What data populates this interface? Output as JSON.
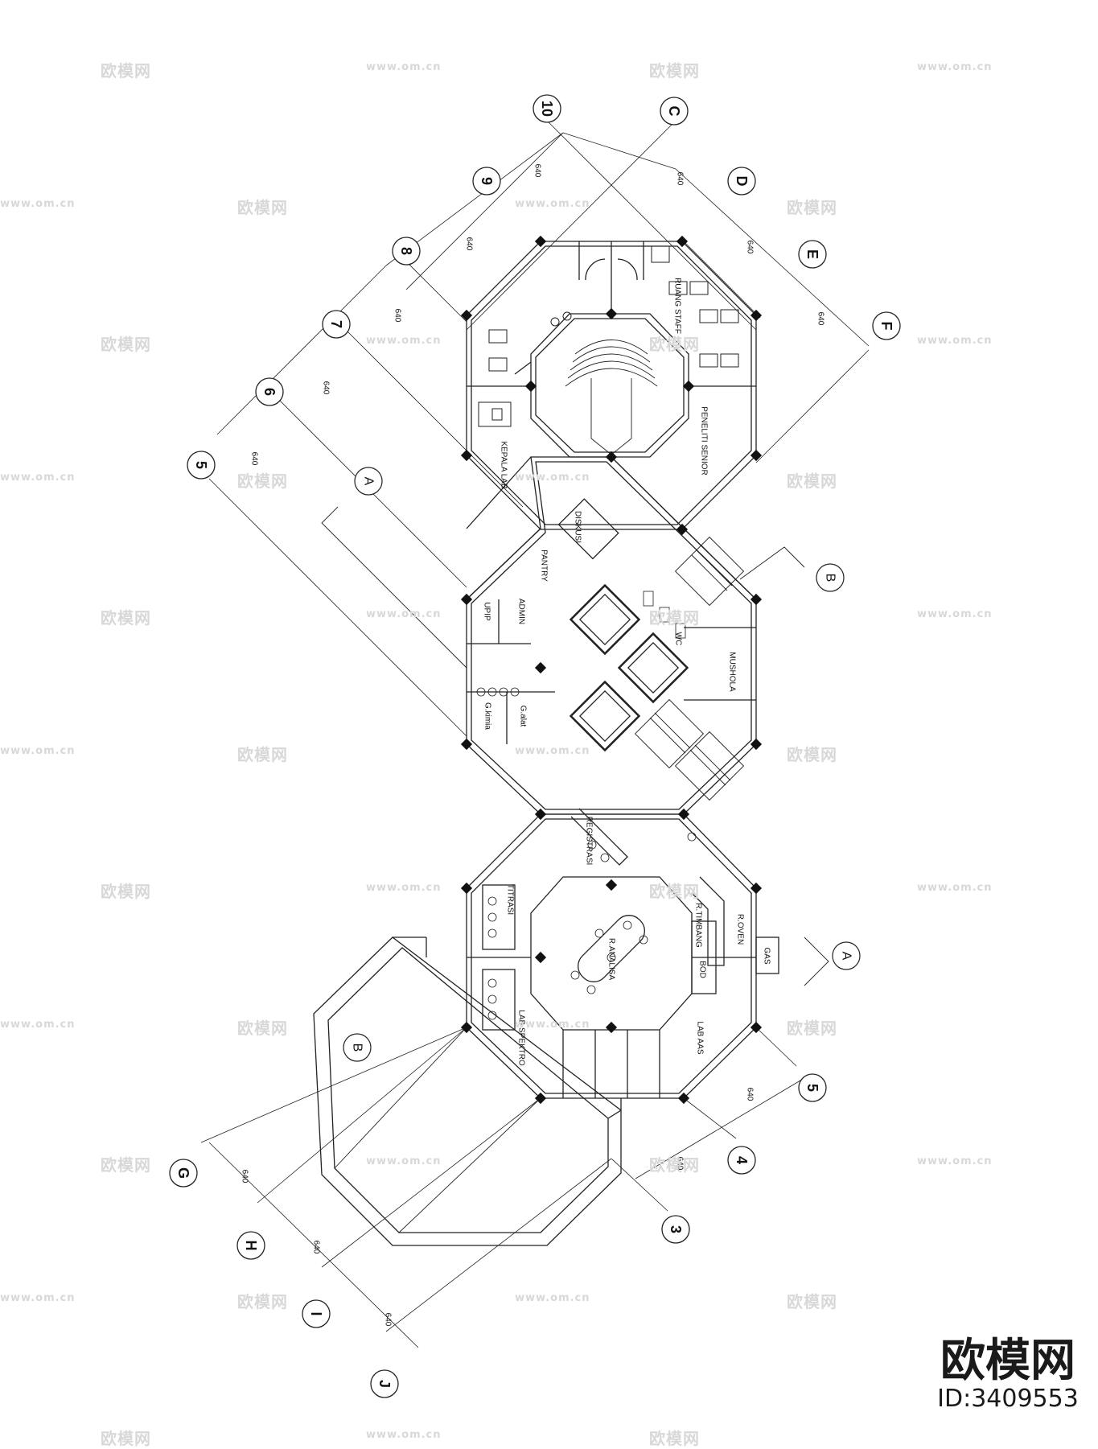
{
  "grid_labels": {
    "10": "10",
    "9": "9",
    "8": "8",
    "7": "7",
    "6": "6",
    "5": "5",
    "4": "4",
    "3": "3",
    "C": "C",
    "D": "D",
    "E": "E",
    "F": "F",
    "G": "G",
    "H": "H",
    "I": "I",
    "J": "J"
  },
  "dimension": "640",
  "section_marks": {
    "a": "A",
    "b": "B"
  },
  "rooms": {
    "ruang_staff": "RUANG STAFF",
    "kepala_lab": "KEPALA LAB",
    "peneliti_senior": "PENELITI SENIOR",
    "diskusi": "DISKUSI",
    "pantry": "PANTRY",
    "admin": "ADMIN",
    "upip": "UPIP",
    "wc": "WC",
    "mushola": "MUSHOLA",
    "gkimia": "G.kimia",
    "galat": "G.alat",
    "registrasi": "REGISTRASI",
    "titrasi": "TITRASI",
    "r_analisa": "R.ANALISA",
    "r_timbang": "R.TIMBANG",
    "r_oven": "R.OVEN",
    "gas": "GAS",
    "bod": "BOD",
    "lab_spektro": "LAB SPEKTRO",
    "lab_aas": "LAB AAS"
  },
  "watermark": {
    "text": "欧模网",
    "url": "www.om.cn"
  },
  "brand": {
    "name": "欧模网",
    "id": "ID:3409553"
  }
}
